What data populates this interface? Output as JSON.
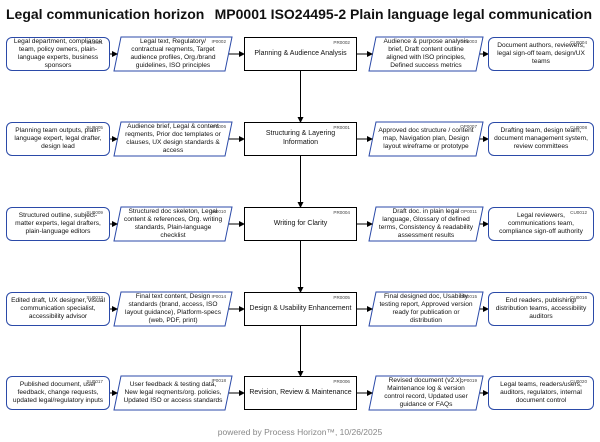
{
  "title_left": "Legal communication horizon",
  "title_right": "MP0001 ISO24495-2 Plain language legal communication",
  "footer": "powered by Process Horizon™, 10/26/2025",
  "rows": [
    {
      "supplier": {
        "code": "SU0001",
        "text": "Legal department, compliance team, policy owners, plain-language experts, business sponsors"
      },
      "input": {
        "code": "IP0002",
        "text": "Legal text, Regulatory/ contractual reqments, Target audience profiles, Org./brand guidelines, ISO principles"
      },
      "process": {
        "code": "PR0002",
        "text": "Planning & Audience Analysis"
      },
      "output": {
        "code": "OP0003",
        "text": "Audience & purpose analysis brief, Draft content outline aligned with ISO principles, Defined success metrics"
      },
      "customer": {
        "code": "CU0004",
        "text": "Document authors, reviewers, legal sign-off team, design/UX teams"
      }
    },
    {
      "supplier": {
        "code": "SU0005",
        "text": "Planning team outputs, plain-language expert, legal drafter, design lead"
      },
      "input": {
        "code": "IP0006",
        "text": "Audience brief, Legal & content reqments, Prior doc templates or clauses, UX design standards & access"
      },
      "process": {
        "code": "PR0001",
        "text": "Structuring & Layering Information"
      },
      "output": {
        "code": "OP0007",
        "text": "Approved doc structure / content map, Navigation plan, Design layout wireframe or prototype"
      },
      "customer": {
        "code": "CU0008",
        "text": "Drafting team, design team, document management system, review committees"
      }
    },
    {
      "supplier": {
        "code": "SU0009",
        "text": "Structured outline, subject-matter experts, legal drafters, plain-language editors"
      },
      "input": {
        "code": "IP0010",
        "text": "Structured doc skeleton, Legal content & references, Org. writing standards, Plain-language checklist"
      },
      "process": {
        "code": "PR0004",
        "text": "Writing for Clarity"
      },
      "output": {
        "code": "OP0011",
        "text": "Draft doc. in plain legal language, Glossary of defined terms, Consistency & readability assessment results"
      },
      "customer": {
        "code": "CU0012",
        "text": "Legal reviewers, communications team, compliance sign-off authority"
      }
    },
    {
      "supplier": {
        "code": "SU0013",
        "text": "Edited draft, UX designer, visual communication specialist, accessibility advisor"
      },
      "input": {
        "code": "IP0014",
        "text": "Final text content, Design standards (brand, access, ISO layout guidance), Platform-specs (web, PDF, print)"
      },
      "process": {
        "code": "PR0005",
        "text": "Design & Usability Enhancement"
      },
      "output": {
        "code": "OP0015",
        "text": "Final designed doc, Usability testing report, Approved version ready for publication or distribution"
      },
      "customer": {
        "code": "CU0016",
        "text": "End readers, publishing/ distribution teams, accessibility auditors"
      }
    },
    {
      "supplier": {
        "code": "SU0017",
        "text": "Published document, user feedback, change requests, updated legal/regulatory inputs"
      },
      "input": {
        "code": "IP0018",
        "text": "User feedback & testing data, New legal reqments/org. policies, Updated ISO or access standards"
      },
      "process": {
        "code": "PR0006",
        "text": "Revision, Review & Maintenance"
      },
      "output": {
        "code": "OP0019",
        "text": "Revised document (v2.x), Maintenance log & version control record, Updated user guidance or FAQs"
      },
      "customer": {
        "code": "CU0020",
        "text": "Legal teams, readers/users, auditors, regulators, internal document control"
      }
    }
  ]
}
